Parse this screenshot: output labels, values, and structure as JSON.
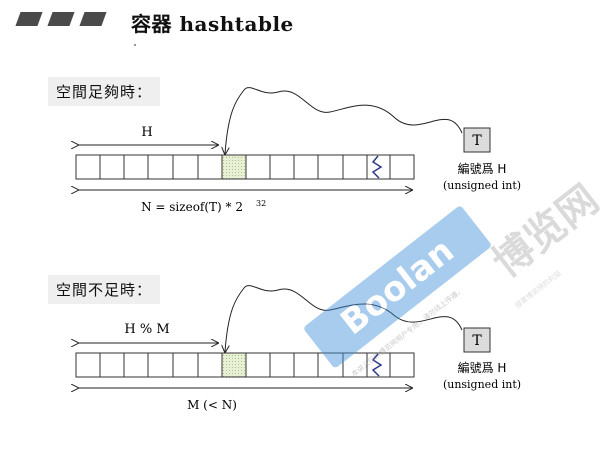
{
  "header": {
    "title": "容器 hashtable"
  },
  "section1": {
    "label": "空間足夠時：",
    "span_label": "H",
    "size_label": "N = sizeof(T) * 2",
    "size_exponent": "32",
    "node_label": "T",
    "caption_line1": "編號爲 H",
    "caption_line2": "(unsigned int)"
  },
  "section2": {
    "label": "空間不足時：",
    "span_label": "H % M",
    "size_label": "M (< N)",
    "node_label": "T",
    "caption_line1": "編號爲 H",
    "caption_line2": "(unsigned int)"
  },
  "watermark": {
    "logo": "Boolan",
    "brand": "博览网",
    "line1": "本讲义仅供博览网用户专用，请勿线上传播，",
    "line2": "侵害博览网的利益"
  },
  "colors": {
    "highlight_cell": "#e4eecf",
    "watermark_blue": "#3f8fd8",
    "cell_border": "#333333"
  }
}
